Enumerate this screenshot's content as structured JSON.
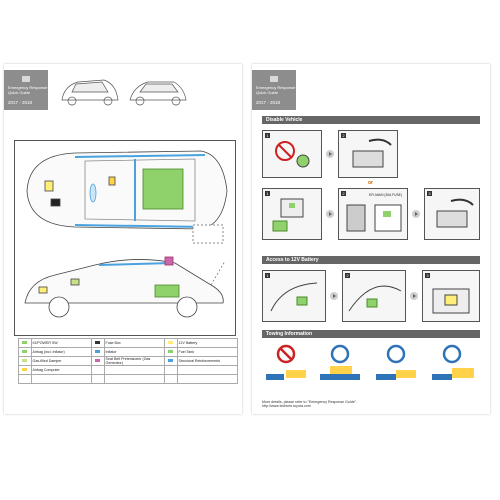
{
  "colors": {
    "header": "#8d8d8d",
    "section": "#666666",
    "green": "#8fd16b",
    "blue": "#4aa3df",
    "yellow": "#ffee77",
    "red_circle": "#cc2222",
    "blue_circle": "#2e73b8"
  },
  "left": {
    "header": {
      "logo_icon": "toyota-logo-icon",
      "title_lines": [
        "Emergency Response",
        "Quick Guide"
      ],
      "year": "2017 - 2018"
    },
    "legend": [
      {
        "icon": "ig-power-sw-icon",
        "color": "#8fd16b",
        "label": "IG/POWER SW",
        "icon2": "fuse-box-icon",
        "color2": "#333333",
        "label2": "Fuse Box",
        "icon3": "battery-icon",
        "color3": "#ffee77",
        "label3": "12V Battery"
      },
      {
        "icon": "airbag-icon",
        "color": "#8fd16b",
        "label": "Airbag (incl. Inflator)",
        "icon2": "inflator-icon",
        "color2": "#4aa3df",
        "label2": "Inflator",
        "icon3": "fuel-tank-icon",
        "color3": "#8fd16b",
        "label3": "Fuel Tank"
      },
      {
        "icon": "gas-filled-damper-icon",
        "color": "#c7e08a",
        "label": "Gas-filled Damper",
        "icon2": "seat-belt-pretensioner-icon",
        "color2": "#cc66aa",
        "label2": "Seat Belt Pretensioner (Gas Generator)",
        "icon3": "structural-reinforcements-icon",
        "color3": "#4aa3df",
        "label3": "Structural Reinforcements"
      },
      {
        "icon": "airbag-computer-icon",
        "color": "#ffd24a",
        "label": "Airbag Computer",
        "icon2": "",
        "color2": "",
        "label2": "",
        "icon3": "",
        "color3": "",
        "label3": ""
      },
      {
        "icon": "",
        "color": "",
        "label": "",
        "icon2": "",
        "color2": "",
        "label2": "",
        "icon3": "",
        "color3": "",
        "label3": ""
      }
    ]
  },
  "right": {
    "header": {
      "logo_icon": "toyota-logo-icon",
      "title_lines": [
        "Emergency Response",
        "Quick Guide"
      ],
      "year": "2017 - 2018"
    },
    "sections": {
      "disable": "Disable Vehicle",
      "access": "Access to 12V Battery",
      "towing": "Towing Information"
    },
    "or_label": "or",
    "steps": {
      "s1": "1",
      "s2": "2",
      "s3": "3"
    },
    "fuse_label": "EFI-MAIN (30A FUSE)",
    "footer": {
      "line1": "More details, please refer to \"Emergency Response Guide\".",
      "line2": "http://www.techinfo.toyota.com"
    }
  }
}
